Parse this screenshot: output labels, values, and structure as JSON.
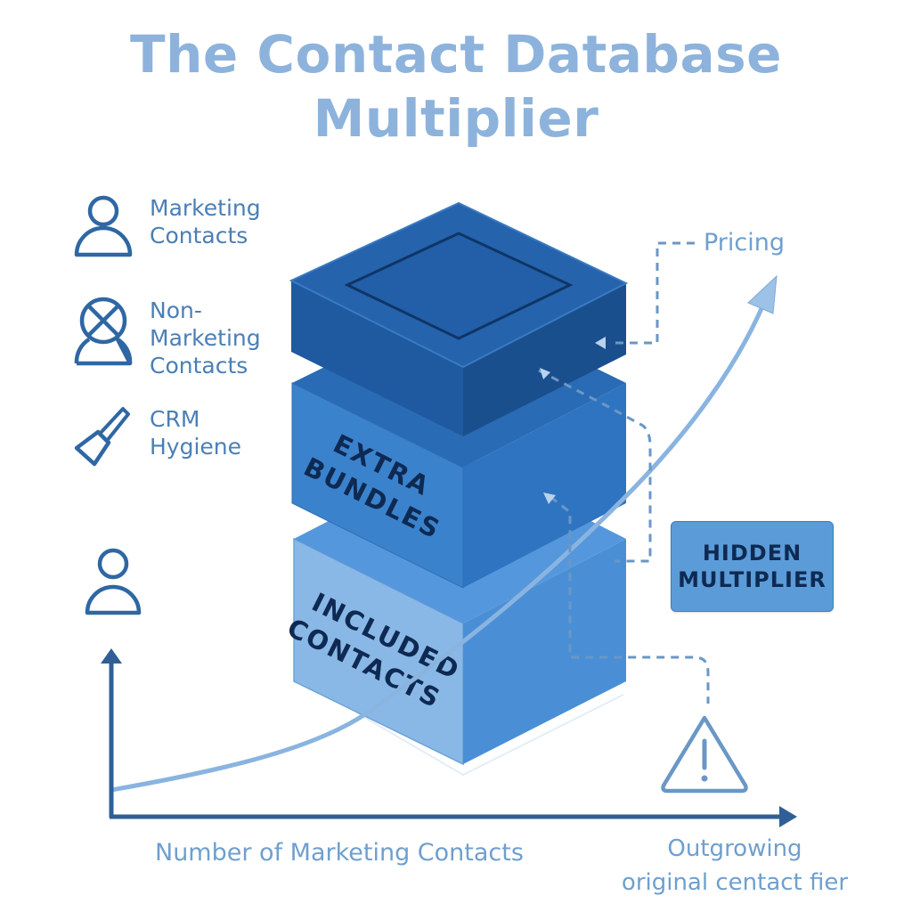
{
  "title": {
    "line1": "The Contact Database",
    "line2": "Multiplier"
  },
  "legend": {
    "items": [
      {
        "icon": "person-icon",
        "lines": [
          "Marketing",
          "Contacts"
        ]
      },
      {
        "icon": "person-crossed-icon",
        "lines": [
          "Non-",
          "Marketing",
          "Contacts"
        ]
      },
      {
        "icon": "brush-icon",
        "lines": [
          "CRM",
          "Hygiene"
        ]
      }
    ]
  },
  "stack": {
    "top_layer": {
      "label": ""
    },
    "middle_layer": {
      "lines": [
        "EXTRA",
        "BUNDLES"
      ]
    },
    "bottom_layer": {
      "lines": [
        "INCLUDED",
        "CONTACTS"
      ]
    }
  },
  "annotations": {
    "pricing": "Pricing",
    "hidden_multiplier": [
      "HIDDEN",
      "MULTIPLIER"
    ],
    "warning_caption": [
      "Outgrowing",
      "original centact fier"
    ]
  },
  "axes": {
    "y_icon": "person-icon",
    "x_label": "Number of Marketing Contacts"
  },
  "colors": {
    "title": "#8db3dc",
    "icon_stroke": "#2f67a3",
    "top_block": "#1f5aa0",
    "middle_block": "#3a7fc8",
    "bottom_block": "#8ab8e6",
    "label_dark": "#0e2a52",
    "curve": "#8ab4e0",
    "axis": "#2f5f96"
  }
}
